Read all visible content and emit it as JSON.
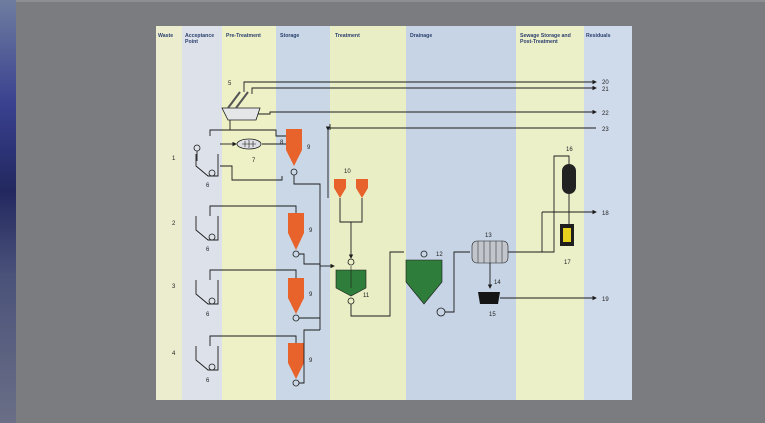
{
  "columns": [
    {
      "label": "Waste",
      "color": "#ecedcf"
    },
    {
      "label": "Acceptance Point",
      "color": "#dde2ea"
    },
    {
      "label": "Pre-Treatment",
      "color": "#eef1c6"
    },
    {
      "label": "Storage",
      "color": "#c9d7e6"
    },
    {
      "label": "Treatment",
      "color": "#eaeec5"
    },
    {
      "label": "Drainage",
      "color": "#c6d4e5"
    },
    {
      "label": "Sewage Storage and Post-Treatment",
      "color": "#ecf0c9"
    },
    {
      "label": "Residuals",
      "color": "#cfdaea"
    }
  ],
  "head_lines": {
    "acceptance": [
      "Acceptance",
      "Point"
    ],
    "sewage": [
      "Sewage Storage and",
      "Post-Treatment"
    ]
  },
  "waste_rows": [
    "1",
    "2",
    "3",
    "4"
  ],
  "equipment_labels": {
    "n5": "5",
    "n6a": "6",
    "n6b": "6",
    "n6c": "6",
    "n6d": "6",
    "n7": "7",
    "n8": "8",
    "n9a": "9",
    "n9b": "9",
    "n9c": "9",
    "n9d": "9",
    "n10": "10",
    "n11": "11",
    "n12": "12",
    "n13": "13",
    "n14": "14",
    "n15": "15",
    "n16": "16",
    "n17": "17"
  },
  "outputs": [
    "20",
    "21",
    "22",
    "23",
    "18",
    "19"
  ],
  "colors": {
    "silo_orange": "#e8622c",
    "tank_green": "#2e7d3a",
    "line": "#1c1c1c",
    "page_bg": "#7b7c80"
  }
}
